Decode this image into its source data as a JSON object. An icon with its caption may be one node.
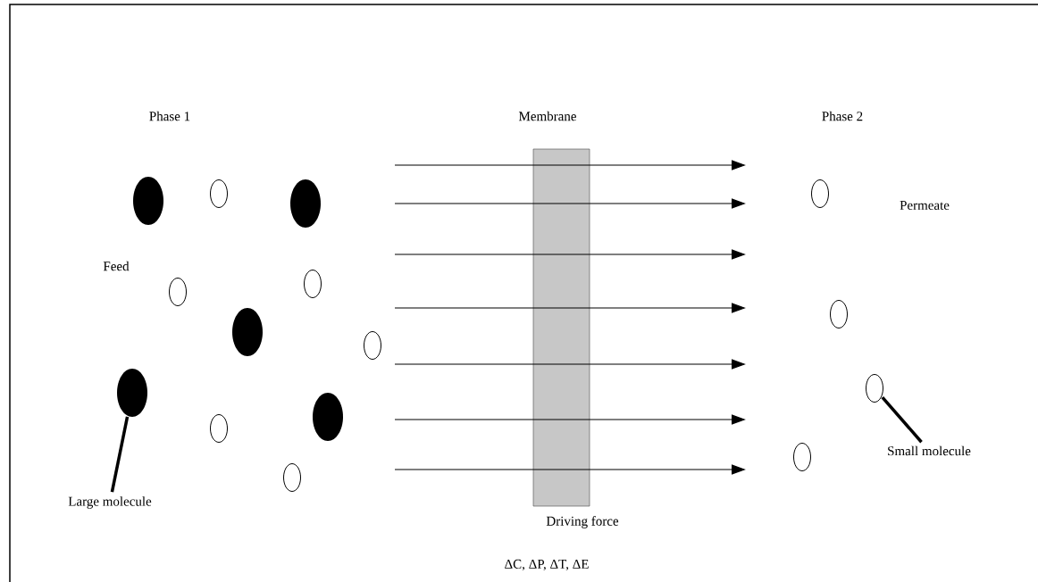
{
  "diagram": {
    "nodes": [
      {
        "text": [],
        "shape": "circle"
      },
      {
        "text": [],
        "shape": "circle"
      },
      {
        "text": [],
        "shape": "dot"
      },
      {
        "text": [],
        "shape": "dot"
      },
      {
        "text": [],
        "shape": "circle"
      },
      {
        "text": [],
        "shape": "circle"
      },
      {
        "text": [],
        "shape": "circle"
      },
      {
        "text": [],
        "shape": "dot"
      },
      {
        "text": [],
        "shape": "circle"
      },
      {
        "text": [],
        "shape": "circle"
      },
      {
        "text": [],
        "shape": "dot"
      },
      {
        "text": [],
        "shape": "dot"
      },
      {
        "text": [],
        "shape": "circle"
      },
      {
        "text": [
          "Small molecule"
        ]
      },
      {
        "text": [],
        "shape": "circle"
      },
      {
        "text": [],
        "shape": "circle"
      },
      {
        "text": [
          "Large molecule"
        ]
      }
    ],
    "edges": [
      {
        "from": 16,
        "to": 10,
        "arrow": "none"
      },
      {
        "from": 13,
        "to": 9,
        "arrow": "none"
      }
    ],
    "labels": [
      "Phase 1",
      "Membrane",
      "Phase 2",
      "Permeate",
      "Feed",
      "Driving force",
      "ΔC, ΔP, ΔT, ΔE"
    ]
  }
}
